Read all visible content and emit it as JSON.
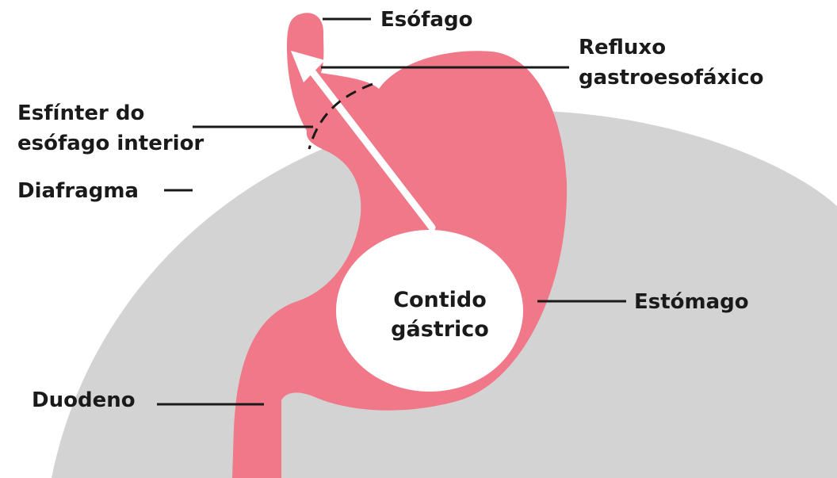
{
  "colors": {
    "diaphragm": "#d3d3d3",
    "stomach": "#f07888",
    "contents": "#ffffff",
    "text": "#1a1a1a",
    "arrow": "#ffffff"
  },
  "labels": {
    "esophagus": "Esófago",
    "reflux_line1": "Refluxo",
    "reflux_line2": "gastroesofáxico",
    "sphincter_line1": "Esfínter do",
    "sphincter_line2": "esófago interior",
    "diaphragm": "Diafragma",
    "stomach": "Estómago",
    "duodenum": "Duodeno",
    "contents_line1": "Contido",
    "contents_line2": "gástrico"
  }
}
